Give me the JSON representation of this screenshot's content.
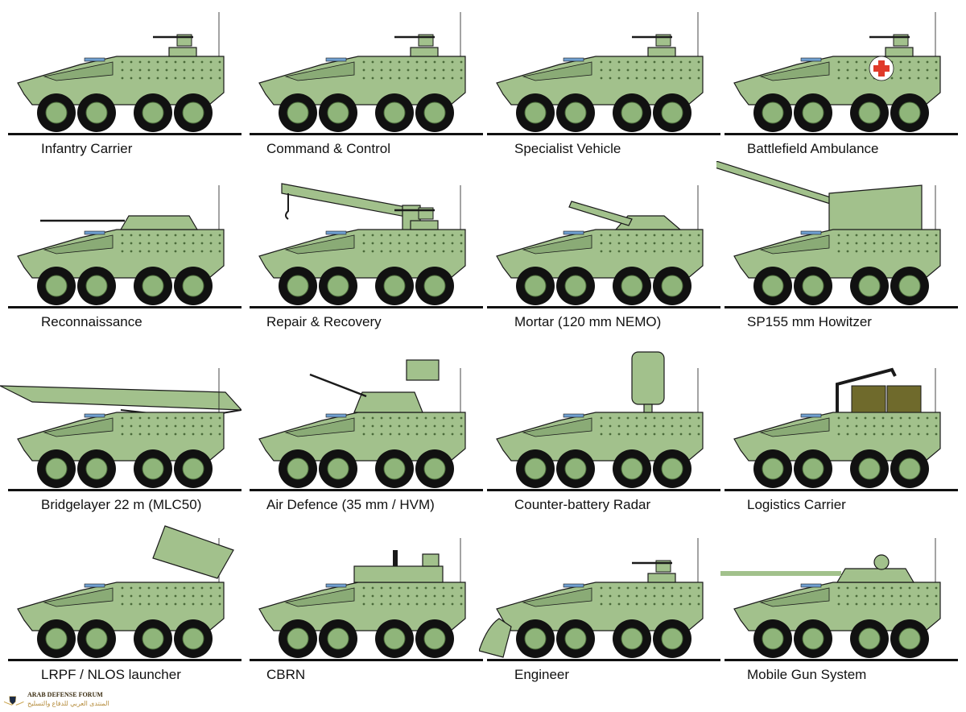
{
  "colors": {
    "hull": "#a2c18c",
    "outline": "#1a1a1a",
    "wheel": "#111111",
    "hub": "#8fb57a",
    "glass": "#6f9fd0",
    "cross": "#e03a2a",
    "crate": "#6f6a2c"
  },
  "variants": [
    {
      "label": "Infantry Carrier"
    },
    {
      "label": "Command & Control"
    },
    {
      "label": "Specialist Vehicle"
    },
    {
      "label": "Battlefield Ambulance"
    },
    {
      "label": "Reconnaissance"
    },
    {
      "label": "Repair & Recovery"
    },
    {
      "label": "Mortar (120 mm NEMO)"
    },
    {
      "label": "SP155 mm Howitzer"
    },
    {
      "label": "Bridgelayer 22 m (MLC50)"
    },
    {
      "label": "Air Defence (35 mm / HVM)"
    },
    {
      "label": "Counter-battery Radar"
    },
    {
      "label": "Logistics Carrier"
    },
    {
      "label": "LRPF / NLOS launcher"
    },
    {
      "label": "CBRN"
    },
    {
      "label": "Engineer"
    },
    {
      "label": "Mobile Gun System"
    }
  ],
  "watermark": {
    "logo": "DA",
    "name": "ARAB DEFENSE FORUM",
    "arabic": "المنتدى العربي للدفاع والتسليح"
  }
}
